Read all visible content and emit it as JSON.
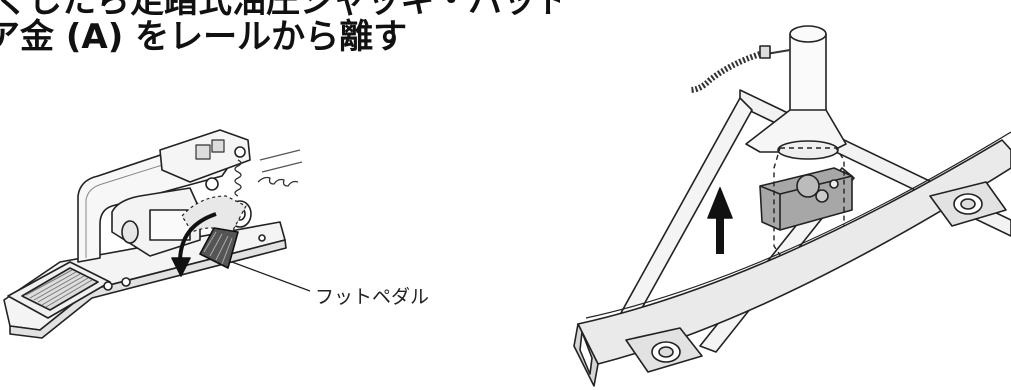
{
  "heading": {
    "line1": "くしたら足踏式油圧ジャッキ・パッドを踏み、",
    "line2": "ア金 (A) をレールから離す"
  },
  "callouts": {
    "foot_pedal": "フットペダル"
  },
  "colors": {
    "ink": "#111111",
    "gray_fill": "#9a9a9a",
    "light_fill": "#eeeeee"
  }
}
